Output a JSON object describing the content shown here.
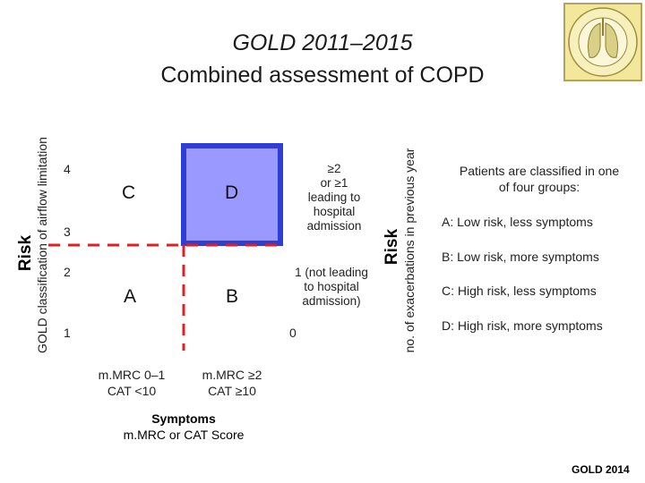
{
  "header": {
    "title": "GOLD 2011–2015",
    "subtitle": "Combined assessment of COPD"
  },
  "left_axis": {
    "risk_label": "Risk",
    "description": "GOLD classification of airflow limitation",
    "ticks": [
      "4",
      "3",
      "2",
      "1"
    ]
  },
  "right_axis": {
    "risk_label": "Risk",
    "description": "no. of exacerbations in previous year",
    "top_label": "≥2\n or  ≥1\nleading to\nhospital\nadmission",
    "middle_label": "1 (not leading\nto hospital\nadmission)",
    "bottom_label": "0"
  },
  "quadrants": {
    "C": "C",
    "D": "D",
    "A": "A",
    "B": "B"
  },
  "x_axis": {
    "left_label": "m.MRC 0–1\nCAT <10",
    "right_label": "m.MRC ≥2\nCAT ≥10",
    "title": "Symptoms",
    "subtitle": "m.MRC or CAT Score"
  },
  "legend": {
    "intro": "Patients are classified in one\nof four groups:",
    "items": [
      "A: Low risk, less symptoms",
      "B: Low risk, more symptoms",
      "C: High risk, less symptoms",
      "D: High risk, more symptoms"
    ]
  },
  "footer": "GOLD 2014",
  "colors": {
    "highlight_fill": "#9999ff",
    "highlight_border": "#2f3fd6",
    "dashed_line": "#e02020",
    "logo_fill": "#f3e79b"
  }
}
